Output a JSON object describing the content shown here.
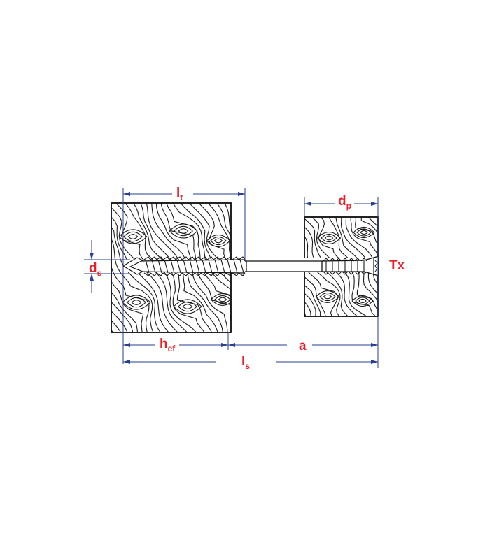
{
  "labels": {
    "lt_main": "l",
    "lt_sub": "t",
    "dp_main": "d",
    "dp_sub": "p",
    "ds_main": "d",
    "ds_sub": "s",
    "tx": "Tx",
    "hef_main": "h",
    "hef_sub": "ef",
    "a": "a",
    "ls_main": "l",
    "ls_sub": "s"
  },
  "colors": {
    "label": "#e8202a",
    "dimension_line": "#2a3f8f",
    "outline": "#111111"
  }
}
